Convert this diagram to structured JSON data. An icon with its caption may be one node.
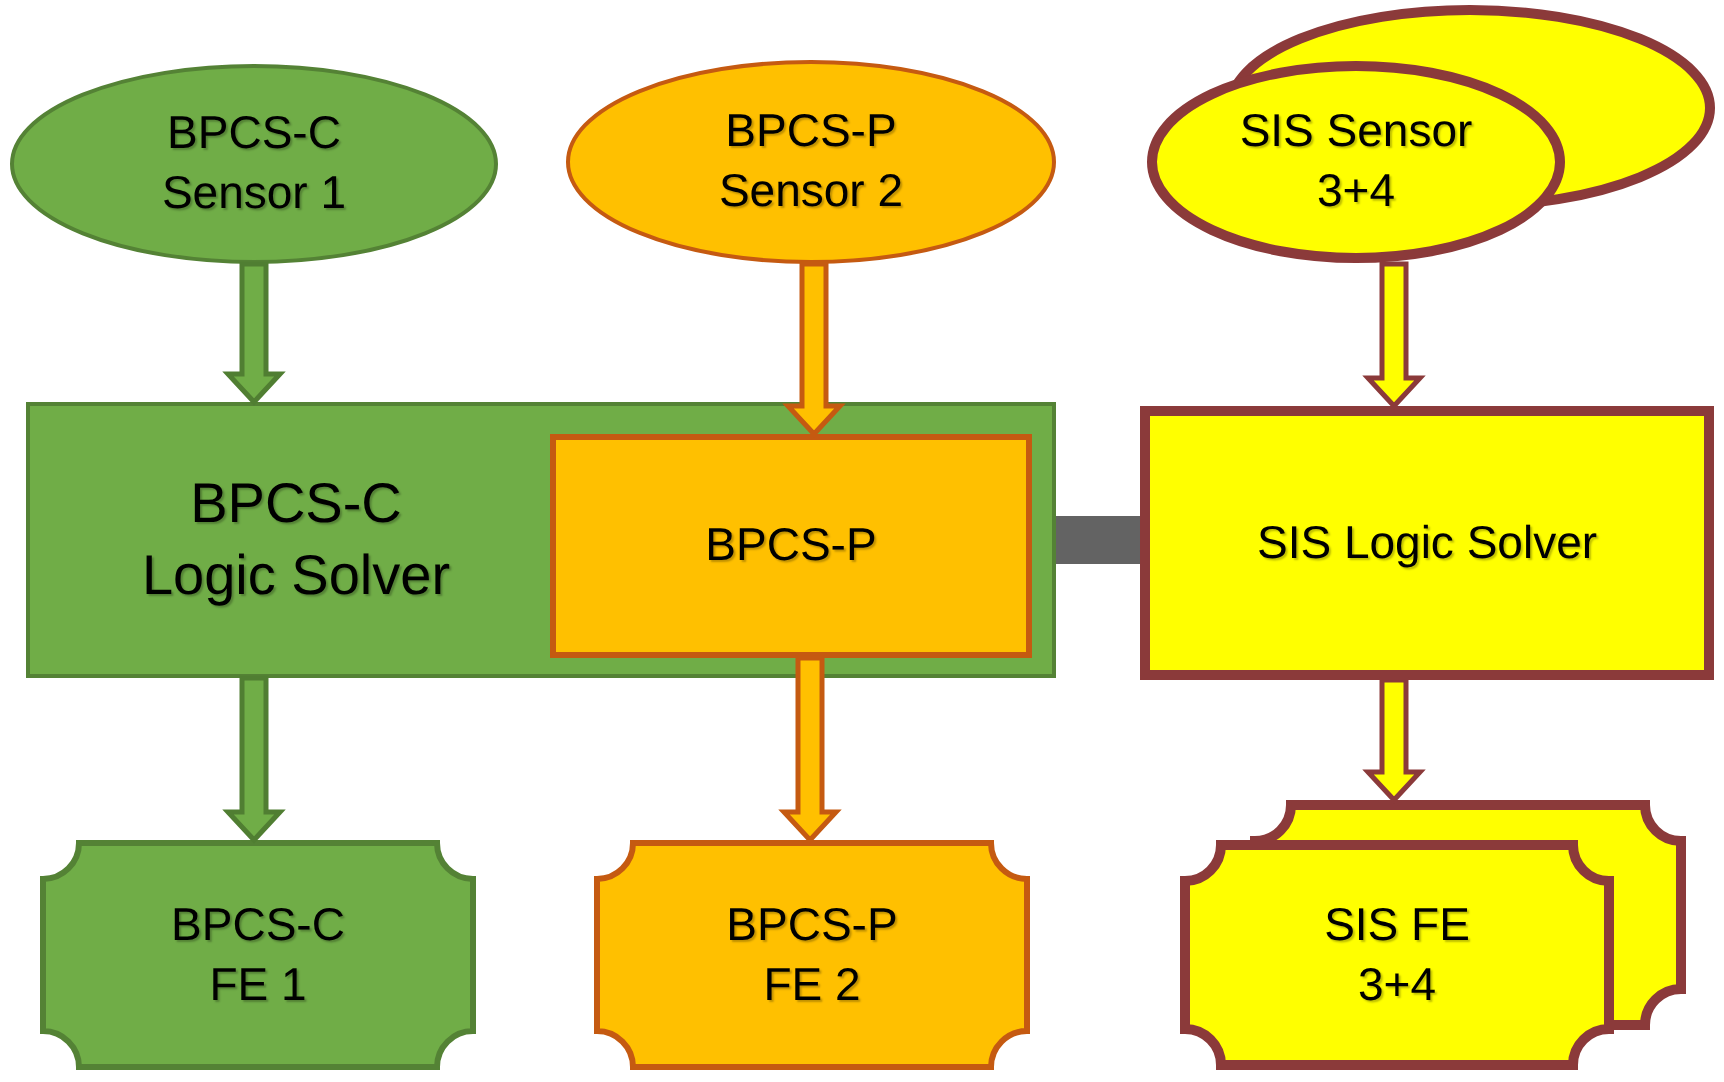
{
  "diagram": {
    "nodes": [
      {
        "text": [
          "BPCS-C Sensor 1"
        ]
      },
      {
        "text": [
          "BPCS-P Sensor 2"
        ]
      },
      {
        "text": [
          "SIS Sensor 3+4"
        ]
      },
      {
        "text": [
          "BPCS-C Logic Solver"
        ]
      },
      {
        "text": [
          "BPCS-P"
        ],
        "in": 3
      },
      {
        "text": [
          "SIS Logic Solver"
        ]
      },
      {
        "text": [
          "BPCS-C FE 1"
        ]
      },
      {
        "text": [
          "BPCS-P FE 2"
        ]
      },
      {
        "text": [
          "SIS FE 3+4"
        ]
      }
    ],
    "edges": [
      {
        "from": 0,
        "to": 3,
        "arrow": "to",
        "color": "#70ad47"
      },
      {
        "from": 1,
        "to": 4,
        "arrow": "to",
        "color": "#ffc000"
      },
      {
        "from": 2,
        "to": 5,
        "arrow": "to",
        "color": "#ffff00"
      },
      {
        "from": 3,
        "to": 6,
        "arrow": "to",
        "color": "#70ad47"
      },
      {
        "from": 4,
        "to": 7,
        "arrow": "to",
        "color": "#ffc000"
      },
      {
        "from": 5,
        "to": 8,
        "arrow": "to",
        "color": "#ffff00"
      },
      {
        "from": 3,
        "to": 5,
        "arrow": "none",
        "style": "thick",
        "color": "#636363"
      }
    ]
  }
}
